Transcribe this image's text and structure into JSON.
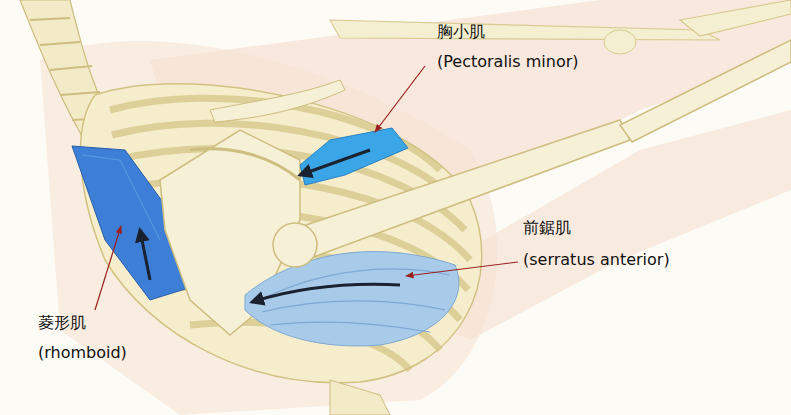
{
  "diagram": {
    "labels": [
      "胸小肌",
      "(Pectoralis minor)",
      "前鋸肌",
      "(serratus anterior)",
      "菱形肌",
      "(rhomboid)"
    ]
  }
}
